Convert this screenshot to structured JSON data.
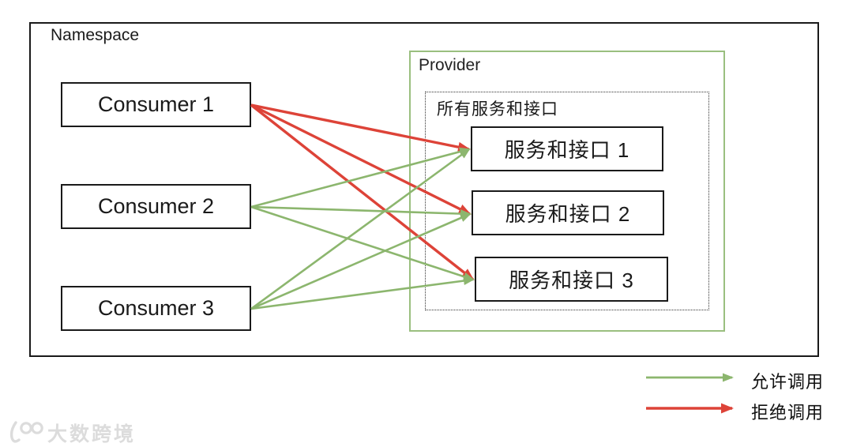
{
  "diagram": {
    "namespace_label": "Namespace",
    "consumers": [
      {
        "id": "c1",
        "label": "Consumer 1"
      },
      {
        "id": "c2",
        "label": "Consumer 2"
      },
      {
        "id": "c3",
        "label": "Consumer 3"
      }
    ],
    "provider": {
      "label": "Provider",
      "group_label": "所有服务和接口",
      "services": [
        {
          "id": "s1",
          "label": "服务和接口 1"
        },
        {
          "id": "s2",
          "label": "服务和接口 2"
        },
        {
          "id": "s3",
          "label": "服务和接口 3"
        }
      ]
    },
    "edges": [
      {
        "from": "c1",
        "to": "s1",
        "type": "deny"
      },
      {
        "from": "c1",
        "to": "s2",
        "type": "deny"
      },
      {
        "from": "c1",
        "to": "s3",
        "type": "deny"
      },
      {
        "from": "c2",
        "to": "s1",
        "type": "allow"
      },
      {
        "from": "c2",
        "to": "s2",
        "type": "allow"
      },
      {
        "from": "c2",
        "to": "s3",
        "type": "allow"
      },
      {
        "from": "c3",
        "to": "s1",
        "type": "allow"
      },
      {
        "from": "c3",
        "to": "s2",
        "type": "allow"
      },
      {
        "from": "c3",
        "to": "s3",
        "type": "allow"
      }
    ]
  },
  "legend": {
    "allow_label": "允许调用",
    "deny_label": "拒绝调用"
  },
  "colors": {
    "allow": "#8CB66E",
    "deny": "#DD4338",
    "provider_border": "#9ABF7F",
    "box_border": "#1A1A1A"
  },
  "watermark": {
    "text": "大数跨境"
  }
}
